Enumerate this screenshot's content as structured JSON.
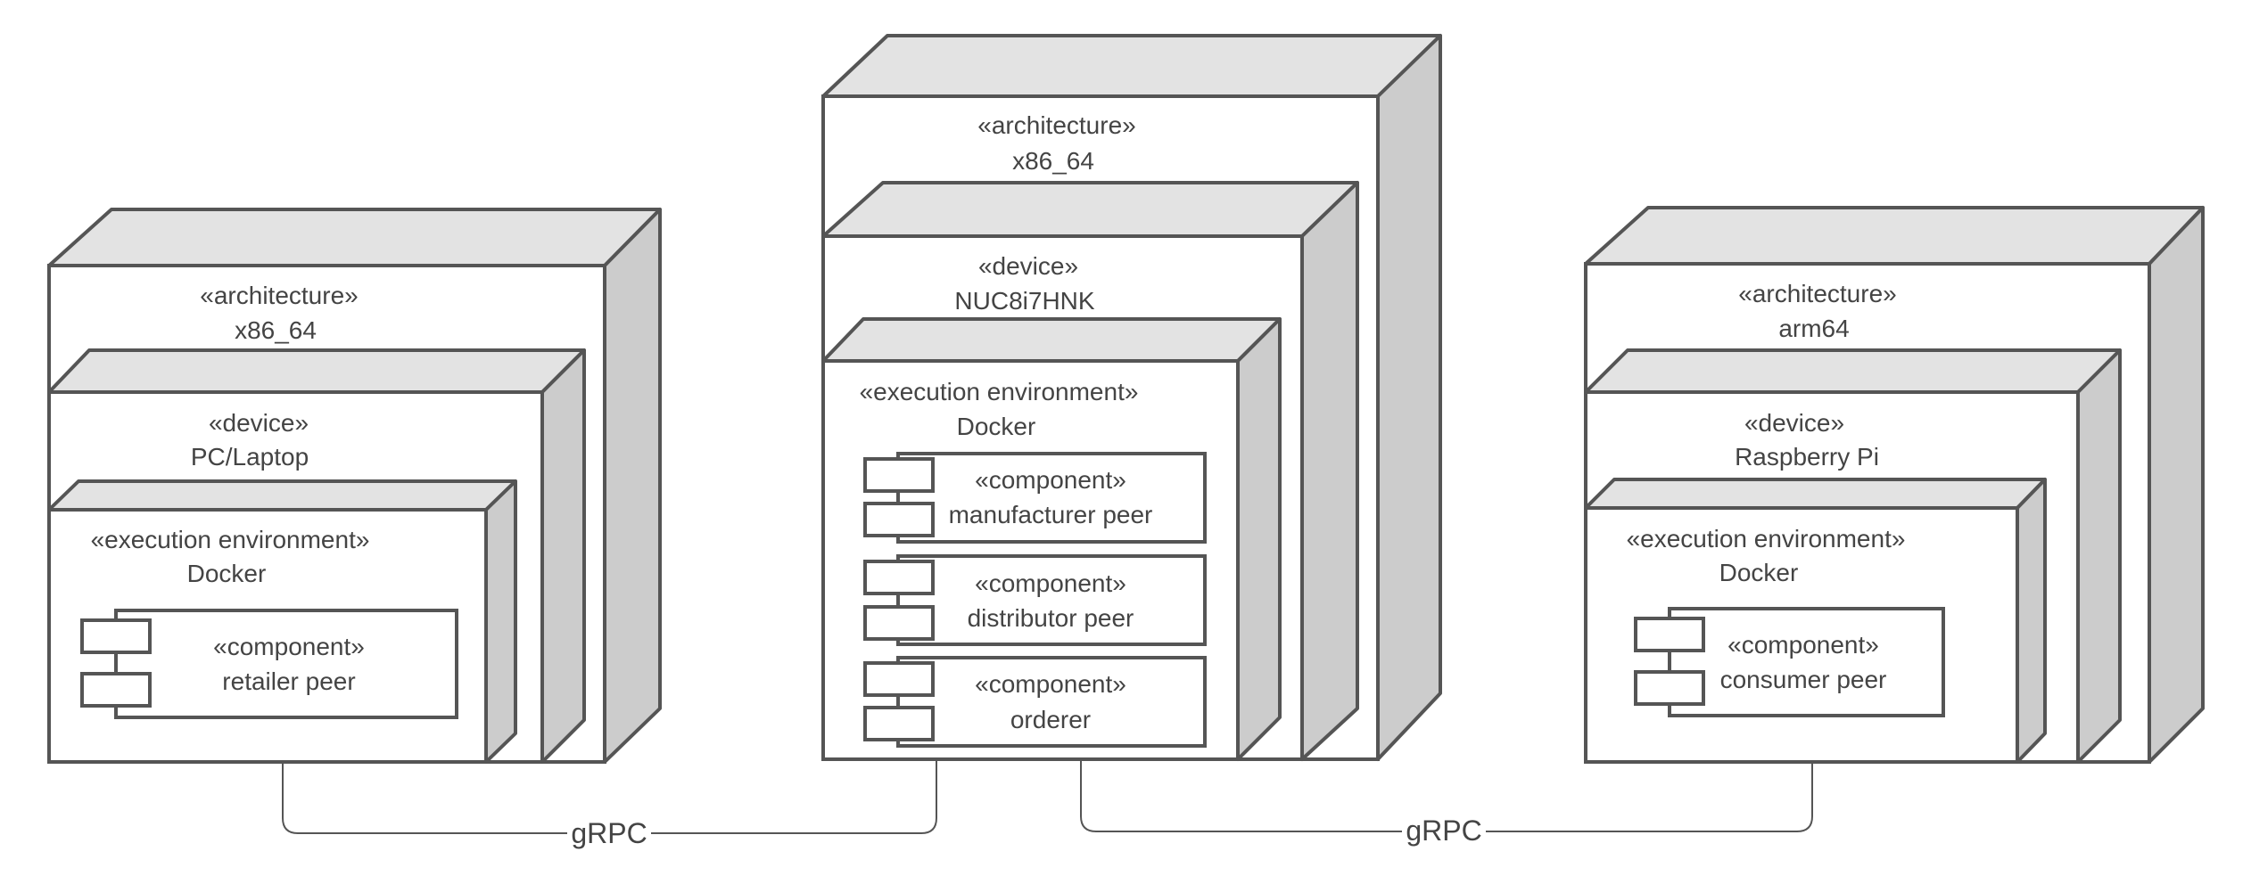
{
  "diagram": {
    "nodes": {
      "left": {
        "architecture": {
          "stereotype": "«architecture»",
          "name": "x86_64"
        },
        "device": {
          "stereotype": "«device»",
          "name": "PC/Laptop"
        },
        "environment": {
          "stereotype": "«execution environment»",
          "name": "Docker"
        },
        "components": [
          {
            "stereotype": "«component»",
            "name": "retailer peer"
          }
        ]
      },
      "middle": {
        "architecture": {
          "stereotype": "«architecture»",
          "name": "x86_64"
        },
        "device": {
          "stereotype": "«device»",
          "name": "NUC8i7HNK"
        },
        "environment": {
          "stereotype": "«execution environment»",
          "name": "Docker"
        },
        "components": [
          {
            "stereotype": "«component»",
            "name": "manufacturer peer"
          },
          {
            "stereotype": "«component»",
            "name": "distributor peer"
          },
          {
            "stereotype": "«component»",
            "name": "orderer"
          }
        ]
      },
      "right": {
        "architecture": {
          "stereotype": "«architecture»",
          "name": "arm64"
        },
        "device": {
          "stereotype": "«device»",
          "name": "Raspberry Pi"
        },
        "environment": {
          "stereotype": "«execution environment»",
          "name": "Docker"
        },
        "components": [
          {
            "stereotype": "«component»",
            "name": "consumer peer"
          }
        ]
      }
    },
    "links": [
      {
        "label": "gRPC"
      },
      {
        "label": "gRPC"
      }
    ]
  }
}
